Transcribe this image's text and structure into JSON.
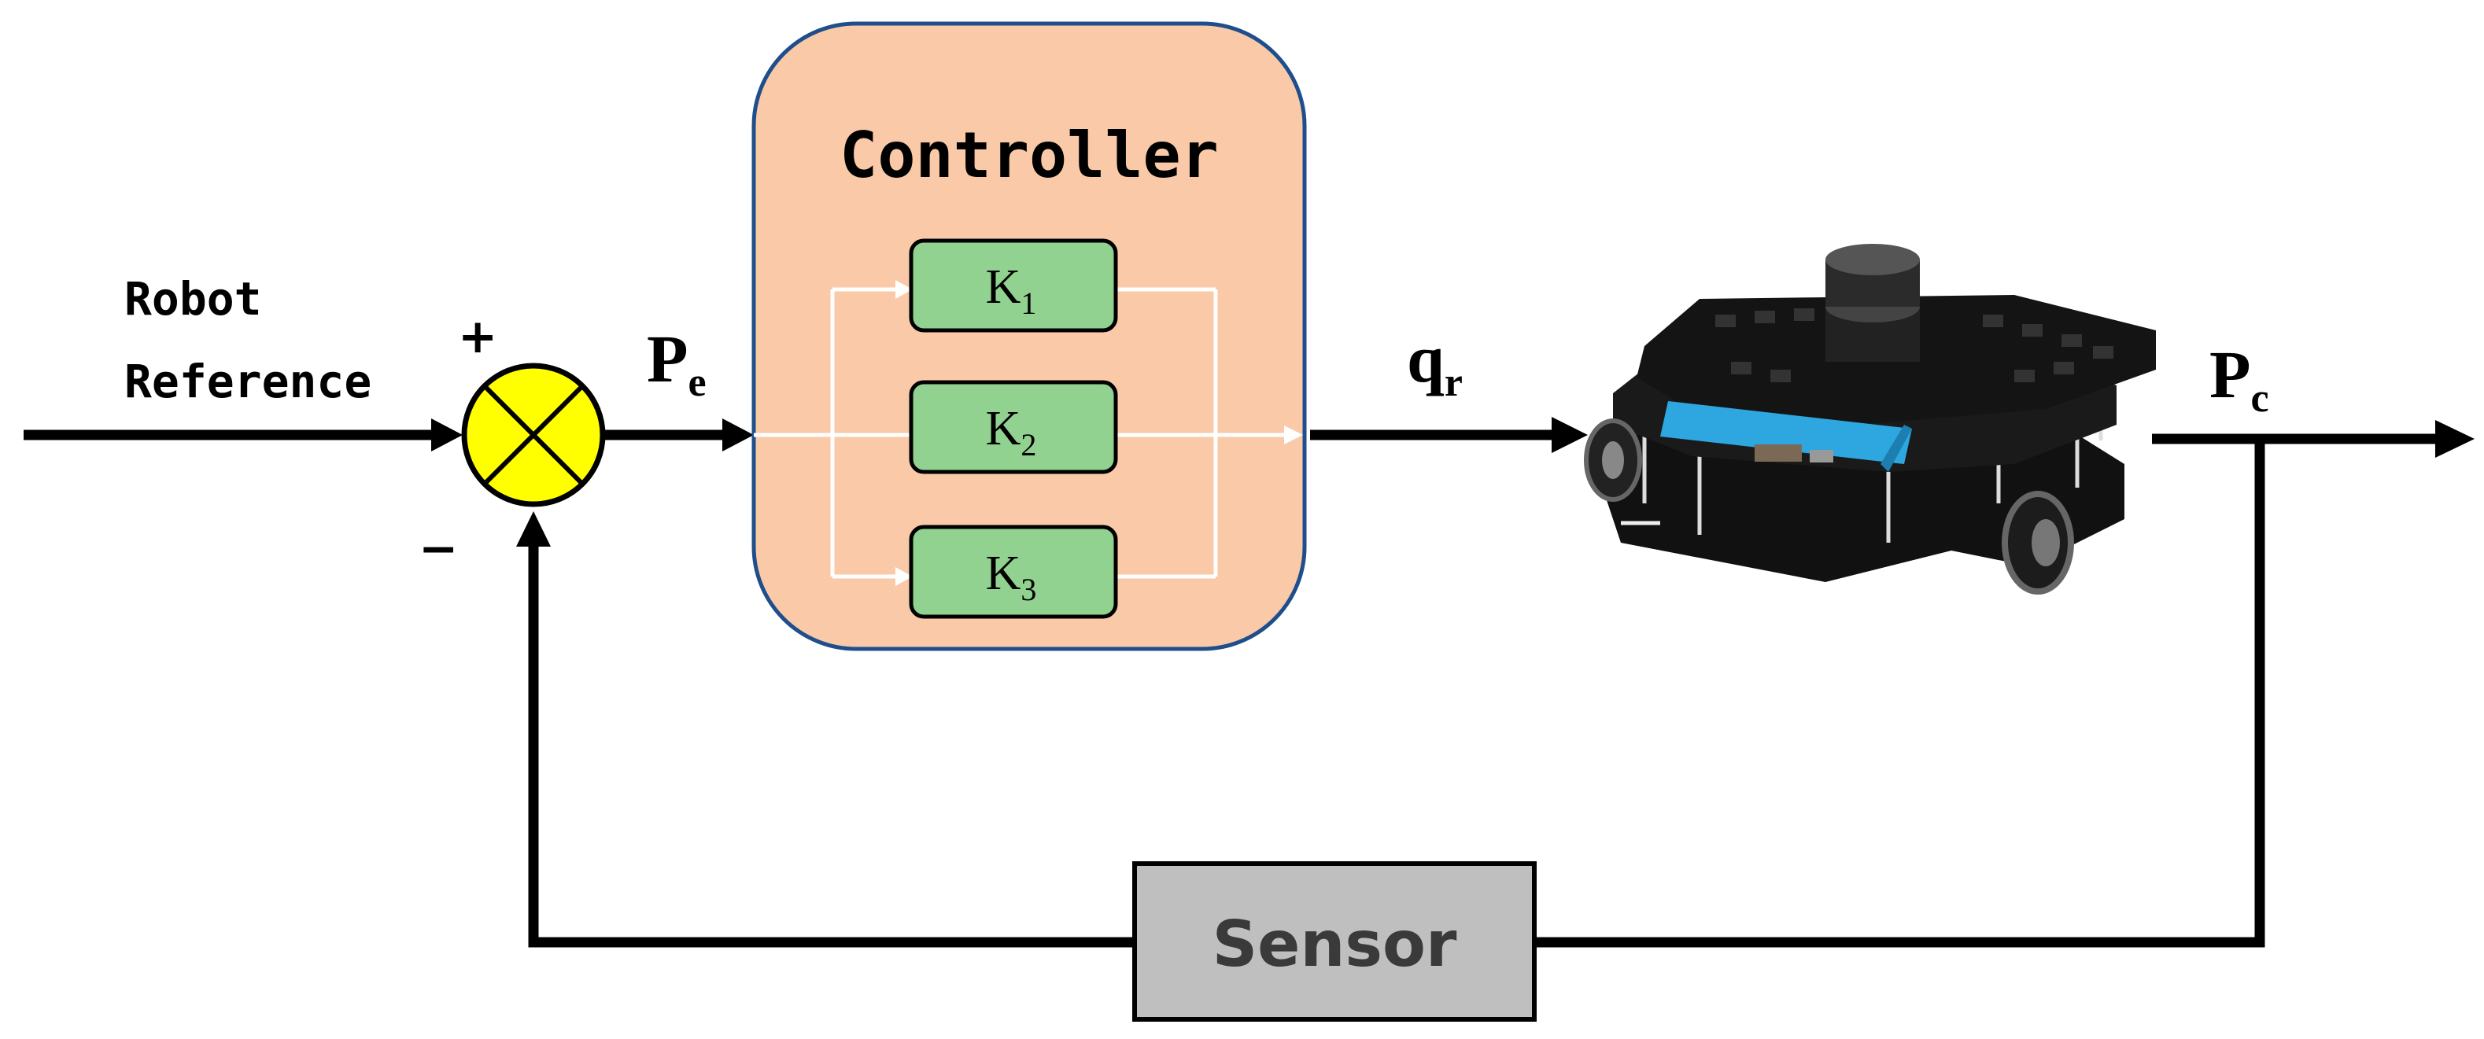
{
  "input": {
    "line1": "Robot",
    "line2": "Reference"
  },
  "summing_junction": {
    "plus_sign": "+",
    "minus_sign": "−"
  },
  "signals": {
    "error": {
      "main": "P",
      "sub": "e"
    },
    "control": {
      "main": "q",
      "sub": "r"
    },
    "output": {
      "main": "P",
      "sub": "c"
    }
  },
  "controller": {
    "title": "Controller",
    "gains": [
      {
        "main": "K",
        "sub": "1"
      },
      {
        "main": "K",
        "sub": "2"
      },
      {
        "main": "K",
        "sub": "3"
      }
    ]
  },
  "sensor": {
    "label": "Sensor"
  },
  "plant": {
    "icon": "mobile-robot-icon"
  },
  "colors": {
    "controller_fill": "#FAC9A8",
    "controller_border": "#1F4E8C",
    "gain_fill": "#92D290",
    "summing_fill": "#FFFF00",
    "sensor_fill": "#BFBFBF",
    "lines": "#000000",
    "robot_accent": "#2EA7E0"
  }
}
